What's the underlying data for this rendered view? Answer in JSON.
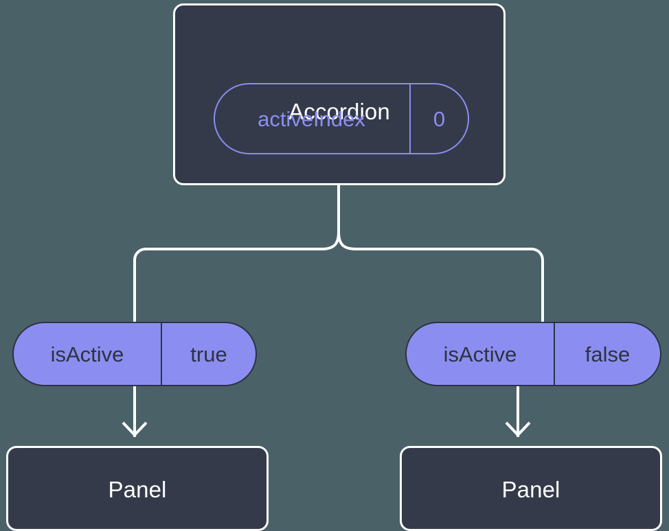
{
  "diagram": {
    "type": "component-tree",
    "background_color": "#4a6168",
    "node_fill_color": "#343a49",
    "node_border_color": "#ffffff",
    "accent_color": "#8b8ef0",
    "pill_text_color": "#2d3340",
    "connector_color": "#ffffff",
    "root": {
      "title": "Accordion",
      "prop": {
        "key": "activeIndex",
        "value": "0",
        "style": "outlined"
      }
    },
    "branches": [
      {
        "side": "left",
        "prop": {
          "key": "isActive",
          "value": "true",
          "style": "filled"
        },
        "child": {
          "title": "Panel"
        }
      },
      {
        "side": "right",
        "prop": {
          "key": "isActive",
          "value": "false",
          "style": "filled"
        },
        "child": {
          "title": "Panel"
        }
      }
    ]
  }
}
